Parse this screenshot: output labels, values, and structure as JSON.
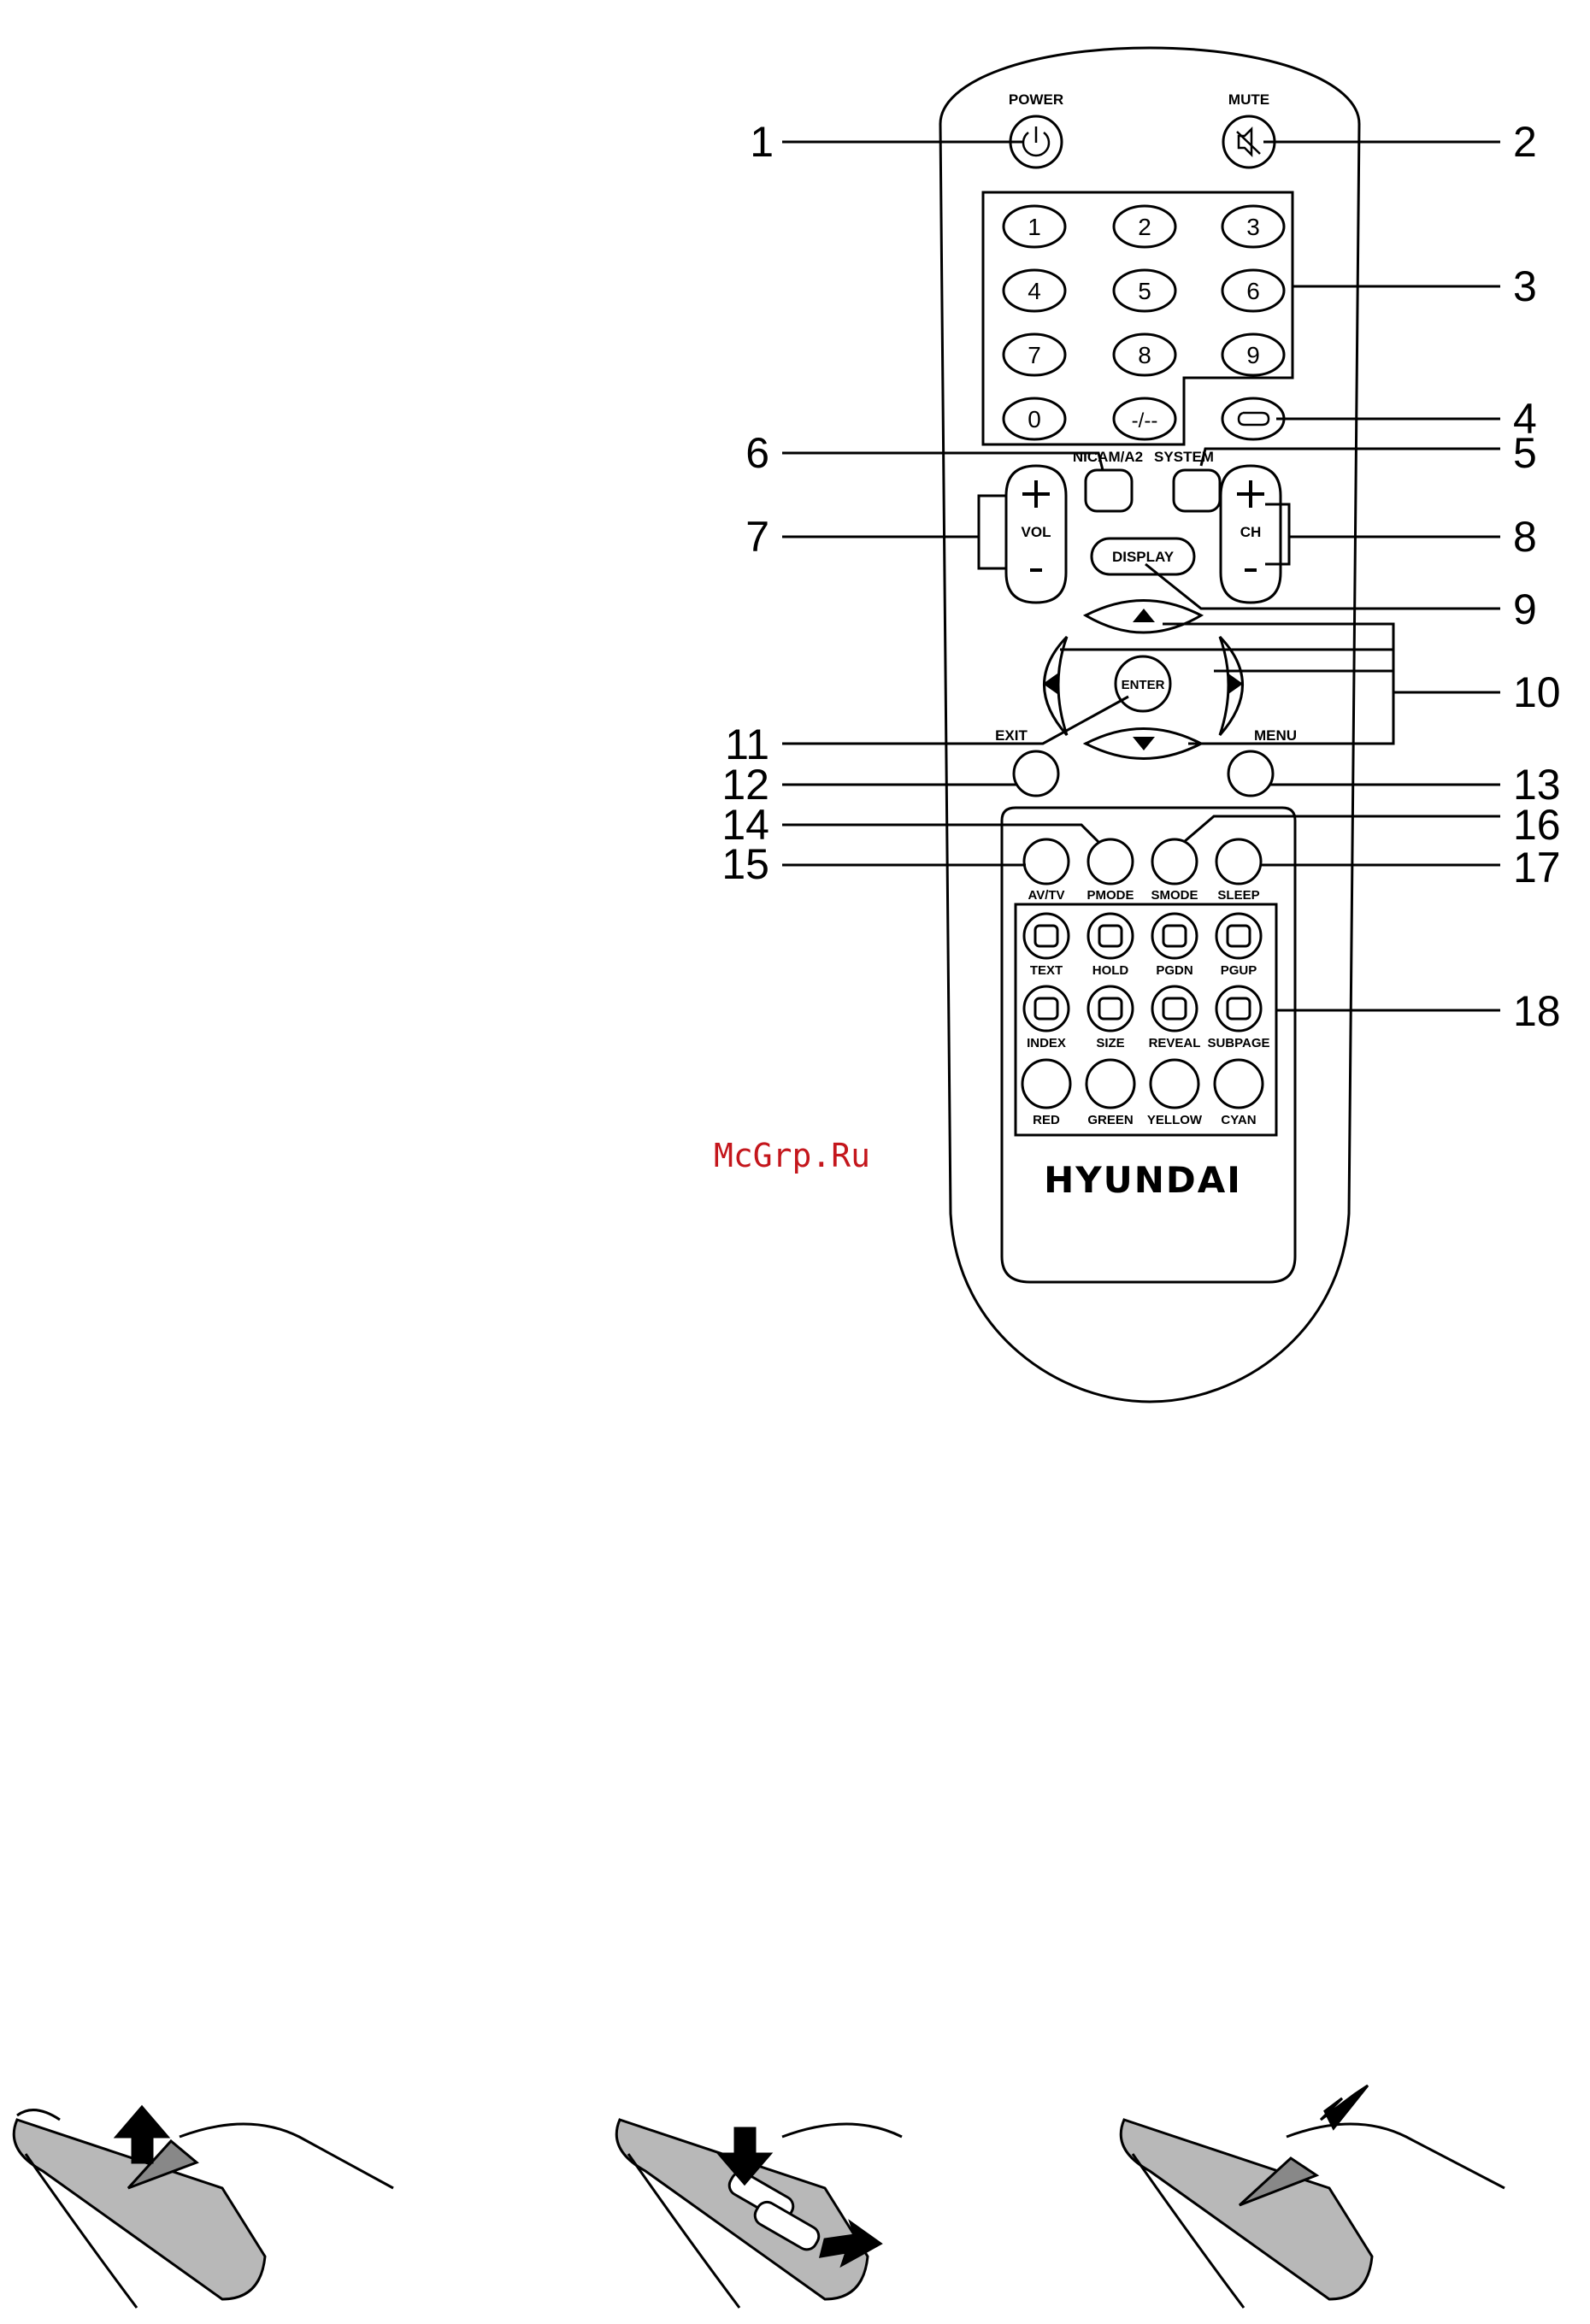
{
  "watermark": "McGrp.Ru",
  "brand": "HYUNDAI",
  "top_labels": {
    "power": "POWER",
    "mute": "MUTE",
    "nicam": "NICAM/A2",
    "system": "SYSTEM",
    "vol": "VOL",
    "ch": "CH",
    "display": "DISPLAY",
    "enter": "ENTER",
    "exit": "EXIT",
    "menu": "MENU"
  },
  "numpad": [
    "1",
    "2",
    "3",
    "4",
    "5",
    "6",
    "7",
    "8",
    "9",
    "0",
    "-/--"
  ],
  "function_row": [
    "AV/TV",
    "PMODE",
    "SMODE",
    "SLEEP"
  ],
  "teletext_row1": [
    "TEXT",
    "HOLD",
    "PGDN",
    "PGUP"
  ],
  "teletext_row2": [
    "INDEX",
    "SIZE",
    "REVEAL",
    "SUBPAGE"
  ],
  "color_row": [
    "RED",
    "GREEN",
    "YELLOW",
    "CYAN"
  ],
  "callouts": [
    "1",
    "2",
    "3",
    "4",
    "5",
    "6",
    "7",
    "8",
    "9",
    "10",
    "11",
    "12",
    "13",
    "14",
    "15",
    "16",
    "17",
    "18"
  ],
  "icons": [
    "power-icon",
    "mute-icon",
    "recall-icon",
    "arrow-up-icon",
    "arrow-down-icon",
    "arrow-left-icon",
    "arrow-right-icon"
  ]
}
